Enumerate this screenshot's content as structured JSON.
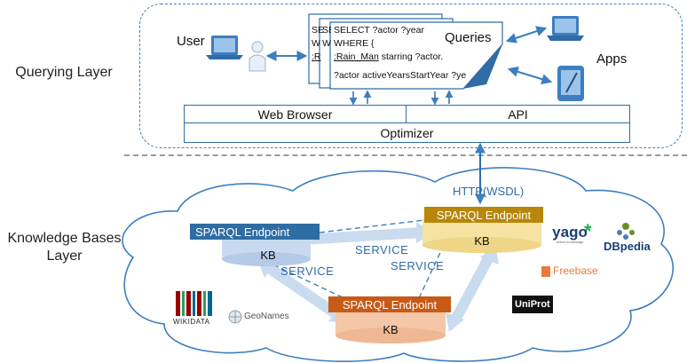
{
  "layers": {
    "querying": "Querying Layer",
    "kb_line1": "Knowledge Bases",
    "kb_line2": "Layer"
  },
  "actors": {
    "user": "User",
    "queries": "Queries",
    "apps": "Apps"
  },
  "query": {
    "line1": "SELECT ?actor ?year",
    "line2": "WHERE {",
    "line3_link": ":Rain_Man",
    "line3_rest": " starring ?actor.",
    "line4": "?actor activeYearsStartYear ?ye",
    "back1": "SE",
    "back2": "W",
    "back3": ":R",
    "back4": "SE",
    "back5": "W"
  },
  "components": {
    "web_browser": "Web Browser",
    "api": "API",
    "optimizer": "Optimizer",
    "http": "HTTP(WSDL)"
  },
  "endpoints": {
    "left": "SPARQL Endpoint",
    "right": "SPARQL Endpoint",
    "bottom": "SPARQL Endpoint",
    "kb": "KB"
  },
  "service_labels": [
    "SERVICE",
    "SERVICE",
    "SERVICE"
  ],
  "logos": {
    "yago": "yago",
    "yago_sub": "select knowledge",
    "dbpedia": "DBpedia",
    "freebase": "Freebase",
    "uniprot": "UniProt",
    "wikidata": "WIKIDATA",
    "geonames": "GeoNames"
  },
  "colors": {
    "accent": "#2f6ca8",
    "endpoint_left": "#2e6da4",
    "endpoint_right": "#b8860b",
    "endpoint_bottom": "#c85a17",
    "kb_left": "#c9daf0",
    "kb_right": "#f6e3a3",
    "kb_bottom": "#f4c7a8"
  }
}
